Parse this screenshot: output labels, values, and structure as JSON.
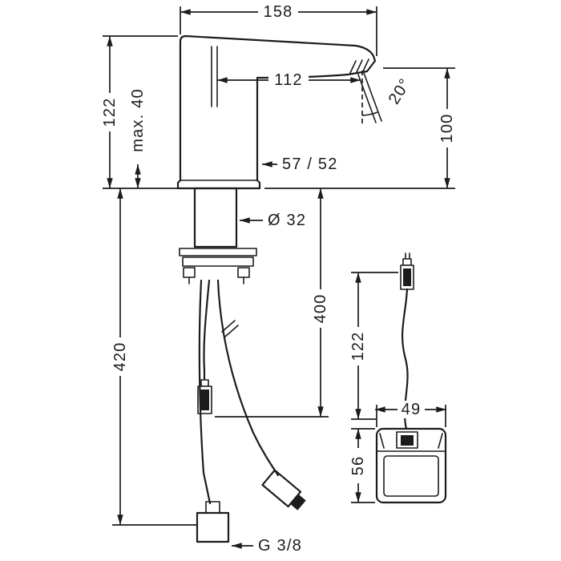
{
  "colors": {
    "line": "#1c1c1c",
    "background": "#ffffff"
  },
  "drawing": {
    "dimensions": {
      "overall_width": "158",
      "body_height": "122",
      "max_mounting": "max. 40",
      "spout_reach": "112",
      "stream_angle": "20°",
      "spout_height": "100",
      "body_depth": "57 / 52",
      "shank_diameter": "Ø 32",
      "cable_length": "400",
      "hose_length": "420",
      "control_cable_length": "122",
      "control_box_width": "49",
      "control_box_height": "56",
      "connection_thread": "G 3/8"
    }
  }
}
